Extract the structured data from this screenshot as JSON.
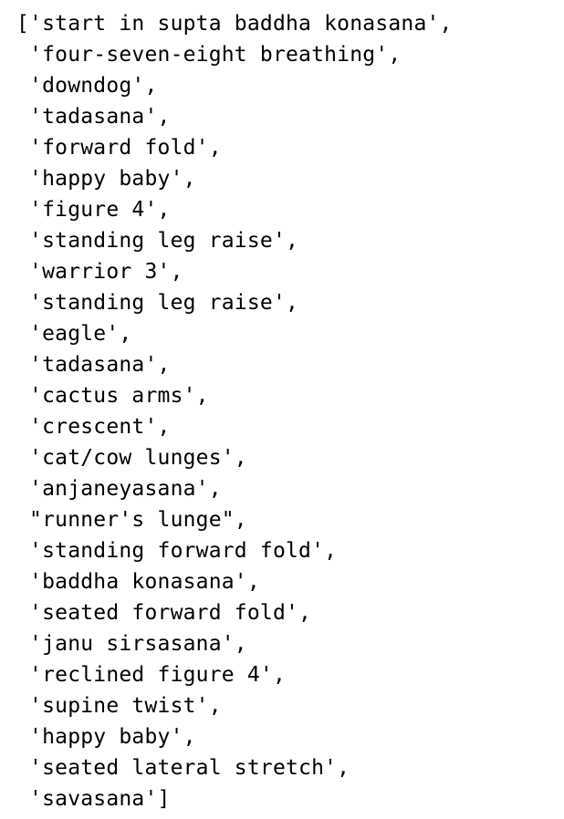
{
  "output": {
    "lines": [
      "['start in supta baddha konasana',",
      " 'four-seven-eight breathing',",
      " 'downdog',",
      " 'tadasana',",
      " 'forward fold',",
      " 'happy baby',",
      " 'figure 4',",
      " 'standing leg raise',",
      " 'warrior 3',",
      " 'standing leg raise',",
      " 'eagle',",
      " 'tadasana',",
      " 'cactus arms',",
      " 'crescent',",
      " 'cat/cow lunges',",
      " 'anjaneyasana',",
      " \"runner's lunge\",",
      " 'standing forward fold',",
      " 'baddha konasana',",
      " 'seated forward fold',",
      " 'janu sirsasana',",
      " 'reclined figure 4',",
      " 'supine twist',",
      " 'happy baby',",
      " 'seated lateral stretch',",
      " 'savasana']"
    ]
  }
}
